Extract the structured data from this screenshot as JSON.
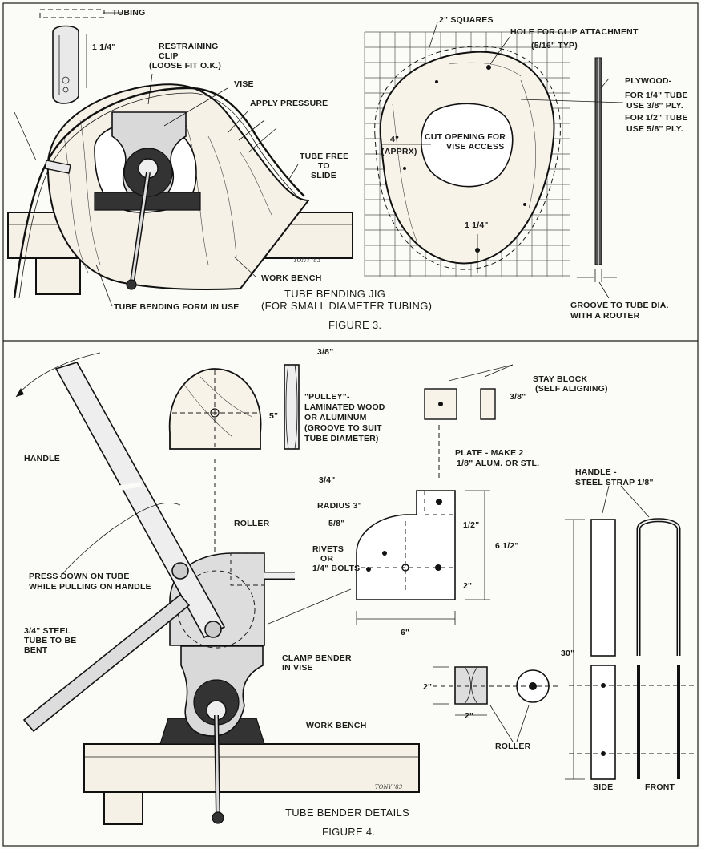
{
  "figure3": {
    "caption_line1": "TUBE BENDING JIG",
    "caption_line2": "FIGURE 3.",
    "labels": {
      "tubing": "TUBING",
      "dim_clip": "1 1/4\"",
      "restraining_clip": "RESTRAINING",
      "restraining_clip_2": "CLIP",
      "loose_fit": "(LOOSE FIT O.K.)",
      "vise": "VISE",
      "apply_pressure": "APPLY PRESSURE",
      "tube_free_1": "TUBE FREE",
      "tube_free_2": "TO",
      "tube_free_3": "SLIDE",
      "work_bench": "WORK BENCH",
      "form_in_use": "TUBE BENDING FORM IN USE",
      "small_diameter": "(FOR SMALL DIAMETER TUBING)",
      "squares": "2\" SQUARES",
      "hole_clip": "HOLE FOR CLIP ATTACHMENT",
      "hole_typ": "(5/16\" TYP)",
      "plywood_1": "PLYWOOD-",
      "plywood_2": "FOR 1/4\" TUBE",
      "plywood_3": "USE 3/8\" PLY.",
      "plywood_4": "FOR 1/2\" TUBE",
      "plywood_5": "USE 5/8\" PLY.",
      "dim_4": "4\"",
      "approx": "(APPRX)",
      "cut_opening_1": "CUT OPENING FOR",
      "cut_opening_2": "VISE ACCESS",
      "dim_114": "1 1/4\"",
      "groove_1": "GROOVE TO TUBE DIA.",
      "groove_2": "WITH A ROUTER"
    },
    "signature": "TONY '83"
  },
  "figure4": {
    "caption_line1": "TUBE BENDER DETAILS",
    "caption_line2": "FIGURE 4.",
    "labels": {
      "handle": "HANDLE",
      "pulley_1": "\"PULLEY\"-",
      "pulley_2": "LAMINATED WOOD",
      "pulley_3": "OR ALUMINUM",
      "pulley_4": "(GROOVE TO SUIT",
      "pulley_5": "TUBE DIAMETER)",
      "dim_38": "3/8\"",
      "dim_5": "5\"",
      "dim_34": "3/4\"",
      "stay_block_1": "STAY BLOCK",
      "stay_block_2": "(SELF ALIGNING)",
      "dim_38b": "3/8\"",
      "plate_1": "PLATE - MAKE 2",
      "plate_2": "1/8\" ALUM. OR STL.",
      "radius": "RADIUS 3\"",
      "dim_58": "5/8\"",
      "rivets_1": "RIVETS",
      "rivets_2": "OR",
      "rivets_3": "1/4\" BOLTS",
      "dim_12": "1/2\"",
      "dim_612": "6 1/2\"",
      "dim_2": "2\"",
      "dim_6": "6\"",
      "roller_top": "ROLLER",
      "press_1": "PRESS DOWN ON TUBE",
      "press_2": "WHILE PULLING ON HANDLE",
      "steel_tube_1": "3/4\" STEEL",
      "steel_tube_2": "TUBE TO BE",
      "steel_tube_3": "BENT",
      "clamp_1": "CLAMP BENDER",
      "clamp_2": "IN VISE",
      "work_bench": "WORK BENCH",
      "handle_strap_1": "HANDLE -",
      "handle_strap_2": "STEEL STRAP 1/8\"",
      "dim_30": "30\"",
      "dim_2r": "2\"",
      "dim_2r_b": "2\"",
      "roller_bottom": "ROLLER",
      "side": "SIDE",
      "front": "FRONT"
    },
    "signature": "TONY '83"
  }
}
